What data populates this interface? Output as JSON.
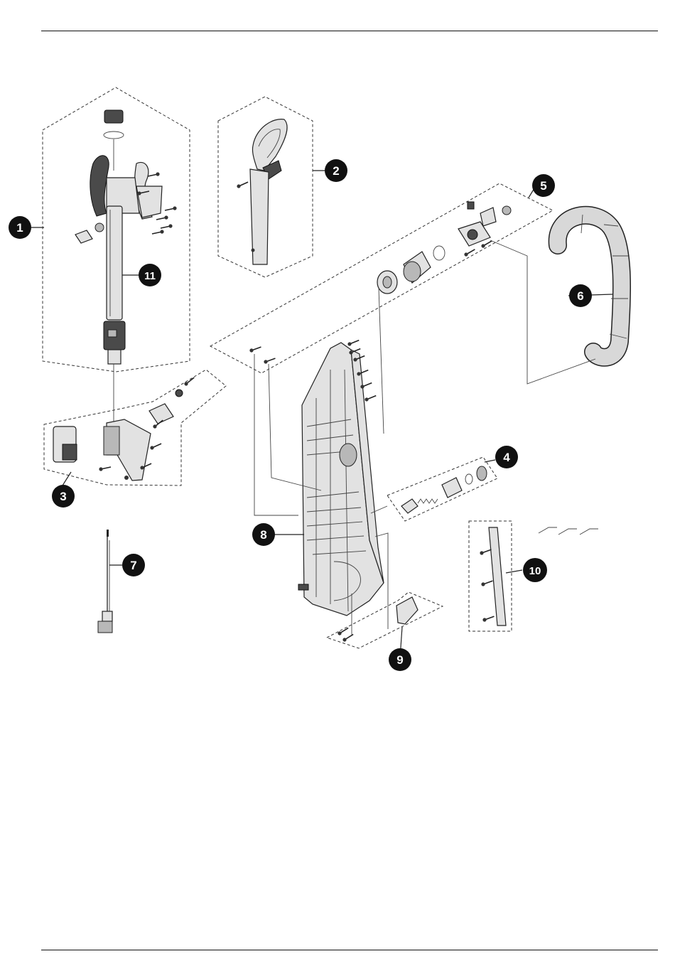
{
  "diagram": {
    "callouts": [
      {
        "id": "c1",
        "label": "1"
      },
      {
        "id": "c2",
        "label": "2"
      },
      {
        "id": "c3",
        "label": "3"
      },
      {
        "id": "c4",
        "label": "4"
      },
      {
        "id": "c5",
        "label": "5"
      },
      {
        "id": "c6",
        "label": "6"
      },
      {
        "id": "c7",
        "label": "7"
      },
      {
        "id": "c8",
        "label": "8"
      },
      {
        "id": "c9",
        "label": "9"
      },
      {
        "id": "c10",
        "label": "10"
      },
      {
        "id": "c11",
        "label": "11"
      }
    ]
  }
}
